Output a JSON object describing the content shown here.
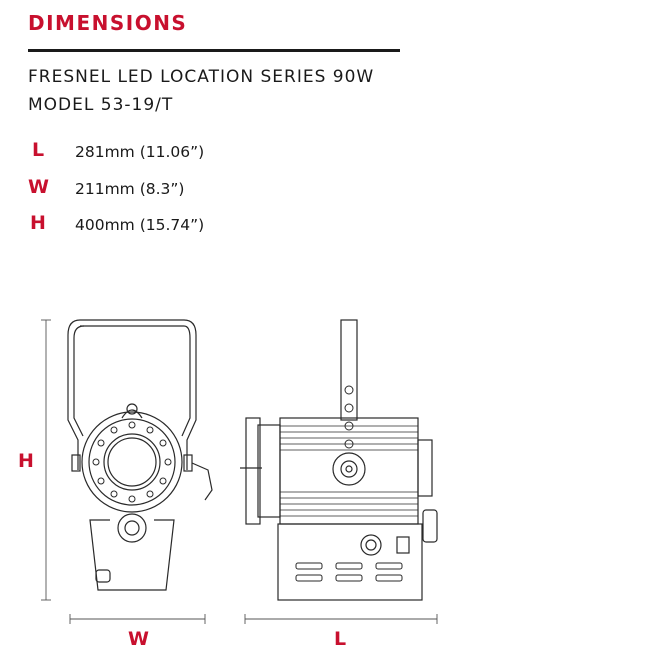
{
  "heading": "DIMENSIONS",
  "product": {
    "name": "FRESNEL LED LOCATION SERIES 90W",
    "model": "MODEL 53-19/T"
  },
  "specs": [
    {
      "letter": "L",
      "value": "281mm (11.06”)"
    },
    {
      "letter": "W",
      "value": "211mm (8.3”)"
    },
    {
      "letter": "H",
      "value": "400mm (15.74”)"
    }
  ],
  "drawing_labels": {
    "height": "H",
    "width": "W",
    "length": "L"
  },
  "colors": {
    "accent": "#c8102e",
    "text": "#1a1a1a"
  }
}
